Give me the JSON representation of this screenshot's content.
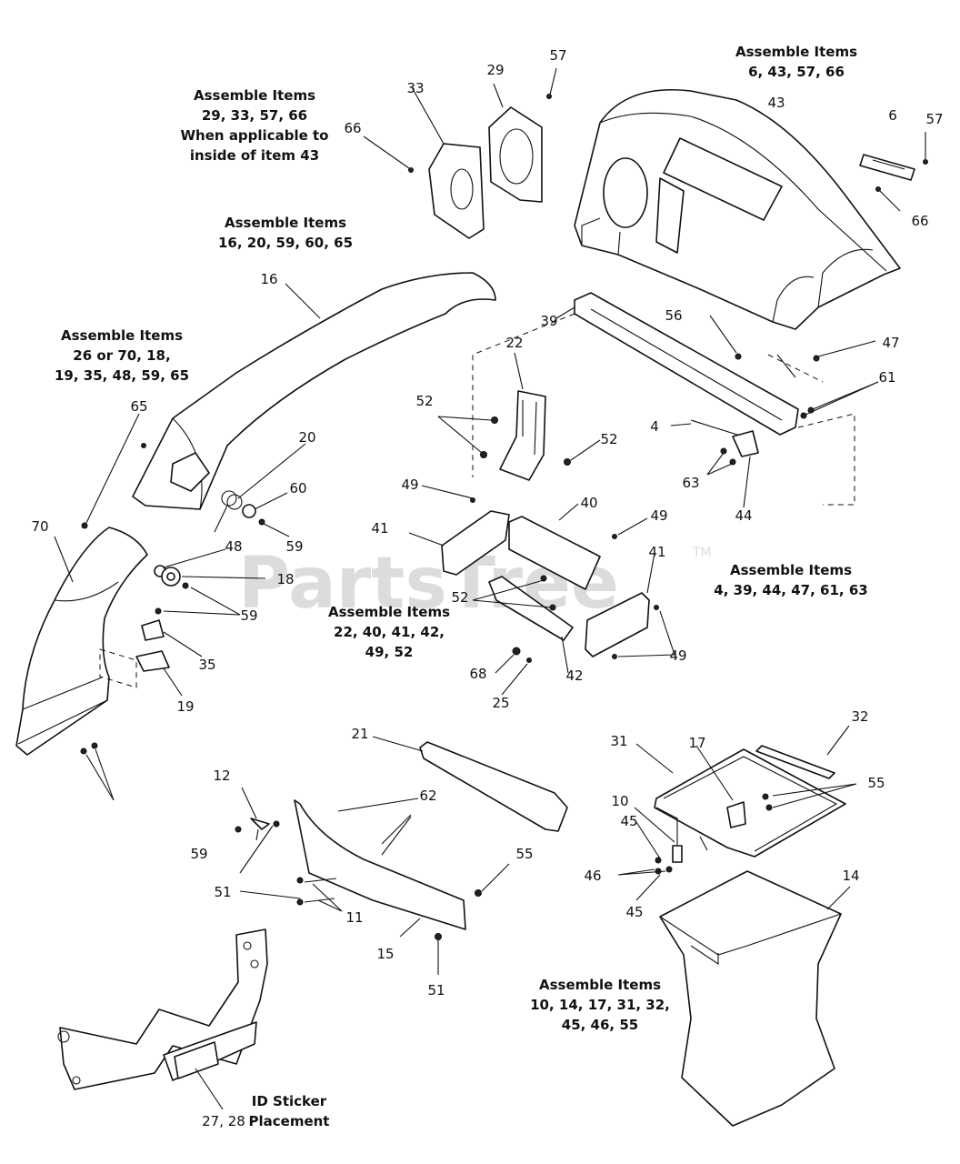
{
  "watermark": {
    "text": "PartsTree",
    "tm": "TM"
  },
  "groups": [
    [
      "Assemble Items",
      "6, 43, 57, 66"
    ],
    [
      "Assemble Items",
      "29, 33, 57, 66",
      "When applicable to",
      "inside of item 43"
    ],
    [
      "Assemble Items",
      "16, 20, 59, 60, 65"
    ],
    [
      "Assemble Items",
      "26 or 70, 18,",
      "19, 35, 48, 59, 65"
    ],
    [
      "Assemble Items",
      "4, 39, 44, 47, 61, 63"
    ],
    [
      "Assemble Items",
      "22, 40, 41, 42,",
      "49, 52"
    ],
    [
      "Assemble Items",
      "10, 14, 17, 31, 32,",
      "45, 46, 55"
    ],
    [
      "ID Sticker",
      "Placement"
    ]
  ],
  "labels": [
    "57",
    "29",
    "33",
    "66",
    "43",
    "6",
    "57",
    "66",
    "16",
    "39",
    "56",
    "47",
    "22",
    "61",
    "52",
    "4",
    "52",
    "63",
    "44",
    "65",
    "20",
    "60",
    "49",
    "40",
    "49",
    "70",
    "41",
    "59",
    "48",
    "18",
    "41",
    "52",
    "59",
    "35",
    "49",
    "42",
    "68",
    "25",
    "19",
    "21",
    "32",
    "31",
    "17",
    "55",
    "12",
    "10",
    "62",
    "45",
    "46",
    "59",
    "51",
    "14",
    "55",
    "11",
    "45",
    "15",
    "51",
    "27, 28"
  ]
}
